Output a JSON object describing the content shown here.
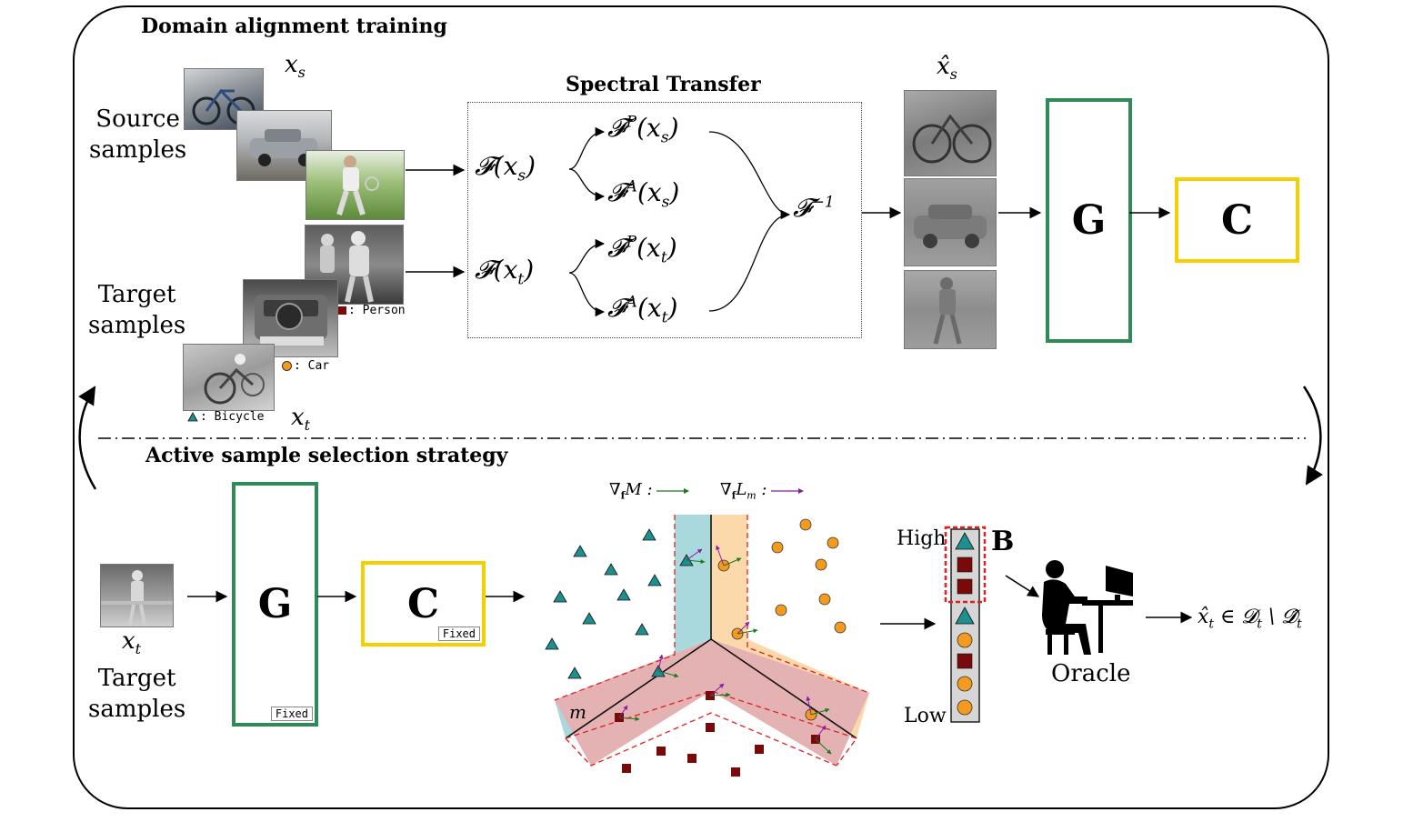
{
  "top": {
    "title": "Domain alignment training",
    "spectral_title": "Spectral Transfer",
    "source_label": "Source\nsamples",
    "target_label": "Target\nsamples",
    "xs": "x_s",
    "xt": "x_t",
    "xs_hat": "x̂_s",
    "fourier_xs": "𝓕(x_s)",
    "fourier_xt": "𝓕(x_t)",
    "phase_xs": "𝓕ᴾ(x_s)",
    "amp_xs": "𝓕ᴬ(x_s)",
    "phase_xt": "𝓕ᴾ(x_t)",
    "amp_xt": "𝓕ᴬ(x_t)",
    "inverse": "𝓕⁻¹",
    "generator": "G",
    "classifier": "C",
    "legend": {
      "person": ": Person",
      "car": ": Car",
      "bicycle": ": Bicycle"
    }
  },
  "bottom": {
    "title": "Active sample selection strategy",
    "xt": "x_t",
    "target_label": "Target\nsamples",
    "generator": "G",
    "classifier": "C",
    "fixed": "Fixed",
    "grad_M": "∇_f M :",
    "grad_Lm": "∇_f L_m :",
    "margin": "m",
    "high": "High",
    "low": "Low",
    "batch": "B",
    "oracle": "Oracle",
    "result": "x̂_t ∈ 𝓓_t \\ 𝓓̂_t"
  },
  "colors": {
    "generator_border": "#2e8b57",
    "classifier_border": "#f5d000",
    "teal": "#1e8f8f",
    "orange": "#f39a1f",
    "maroon": "#7a0a0a",
    "region_teal": "#a9d9dc",
    "region_orange": "#fcd9ab",
    "region_maroon": "#e4b2b2",
    "green_arrow": "#1a7a1a",
    "purple_arrow": "#8a1aa8",
    "batch_highlight": "#e02020"
  },
  "icons": [
    "triangle-marker-icon",
    "circle-marker-icon",
    "square-marker-icon",
    "oracle-person-icon",
    "computer-icon"
  ]
}
